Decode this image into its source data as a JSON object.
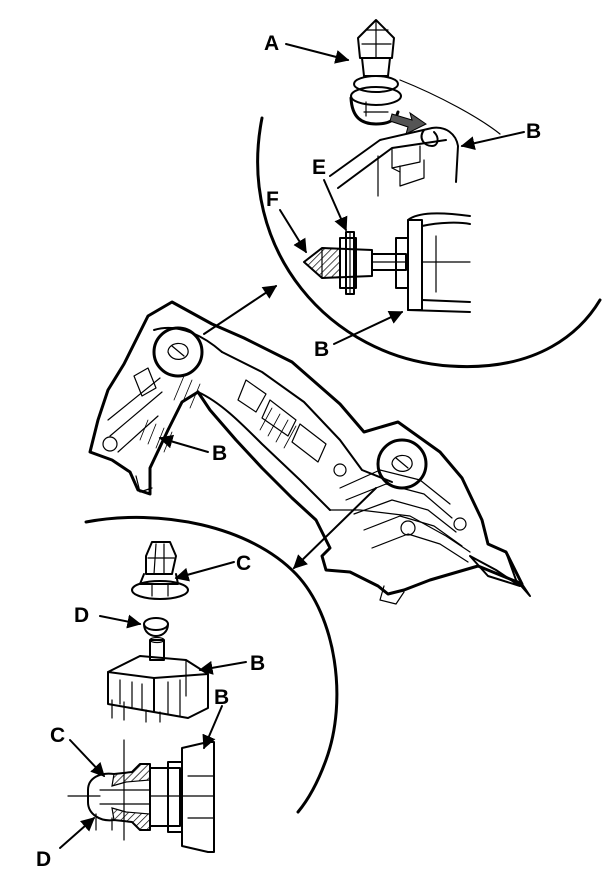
{
  "figure": {
    "callouts": {
      "a": "A",
      "b": "B",
      "c": "C",
      "d": "D",
      "e": "E",
      "f": "F"
    }
  }
}
